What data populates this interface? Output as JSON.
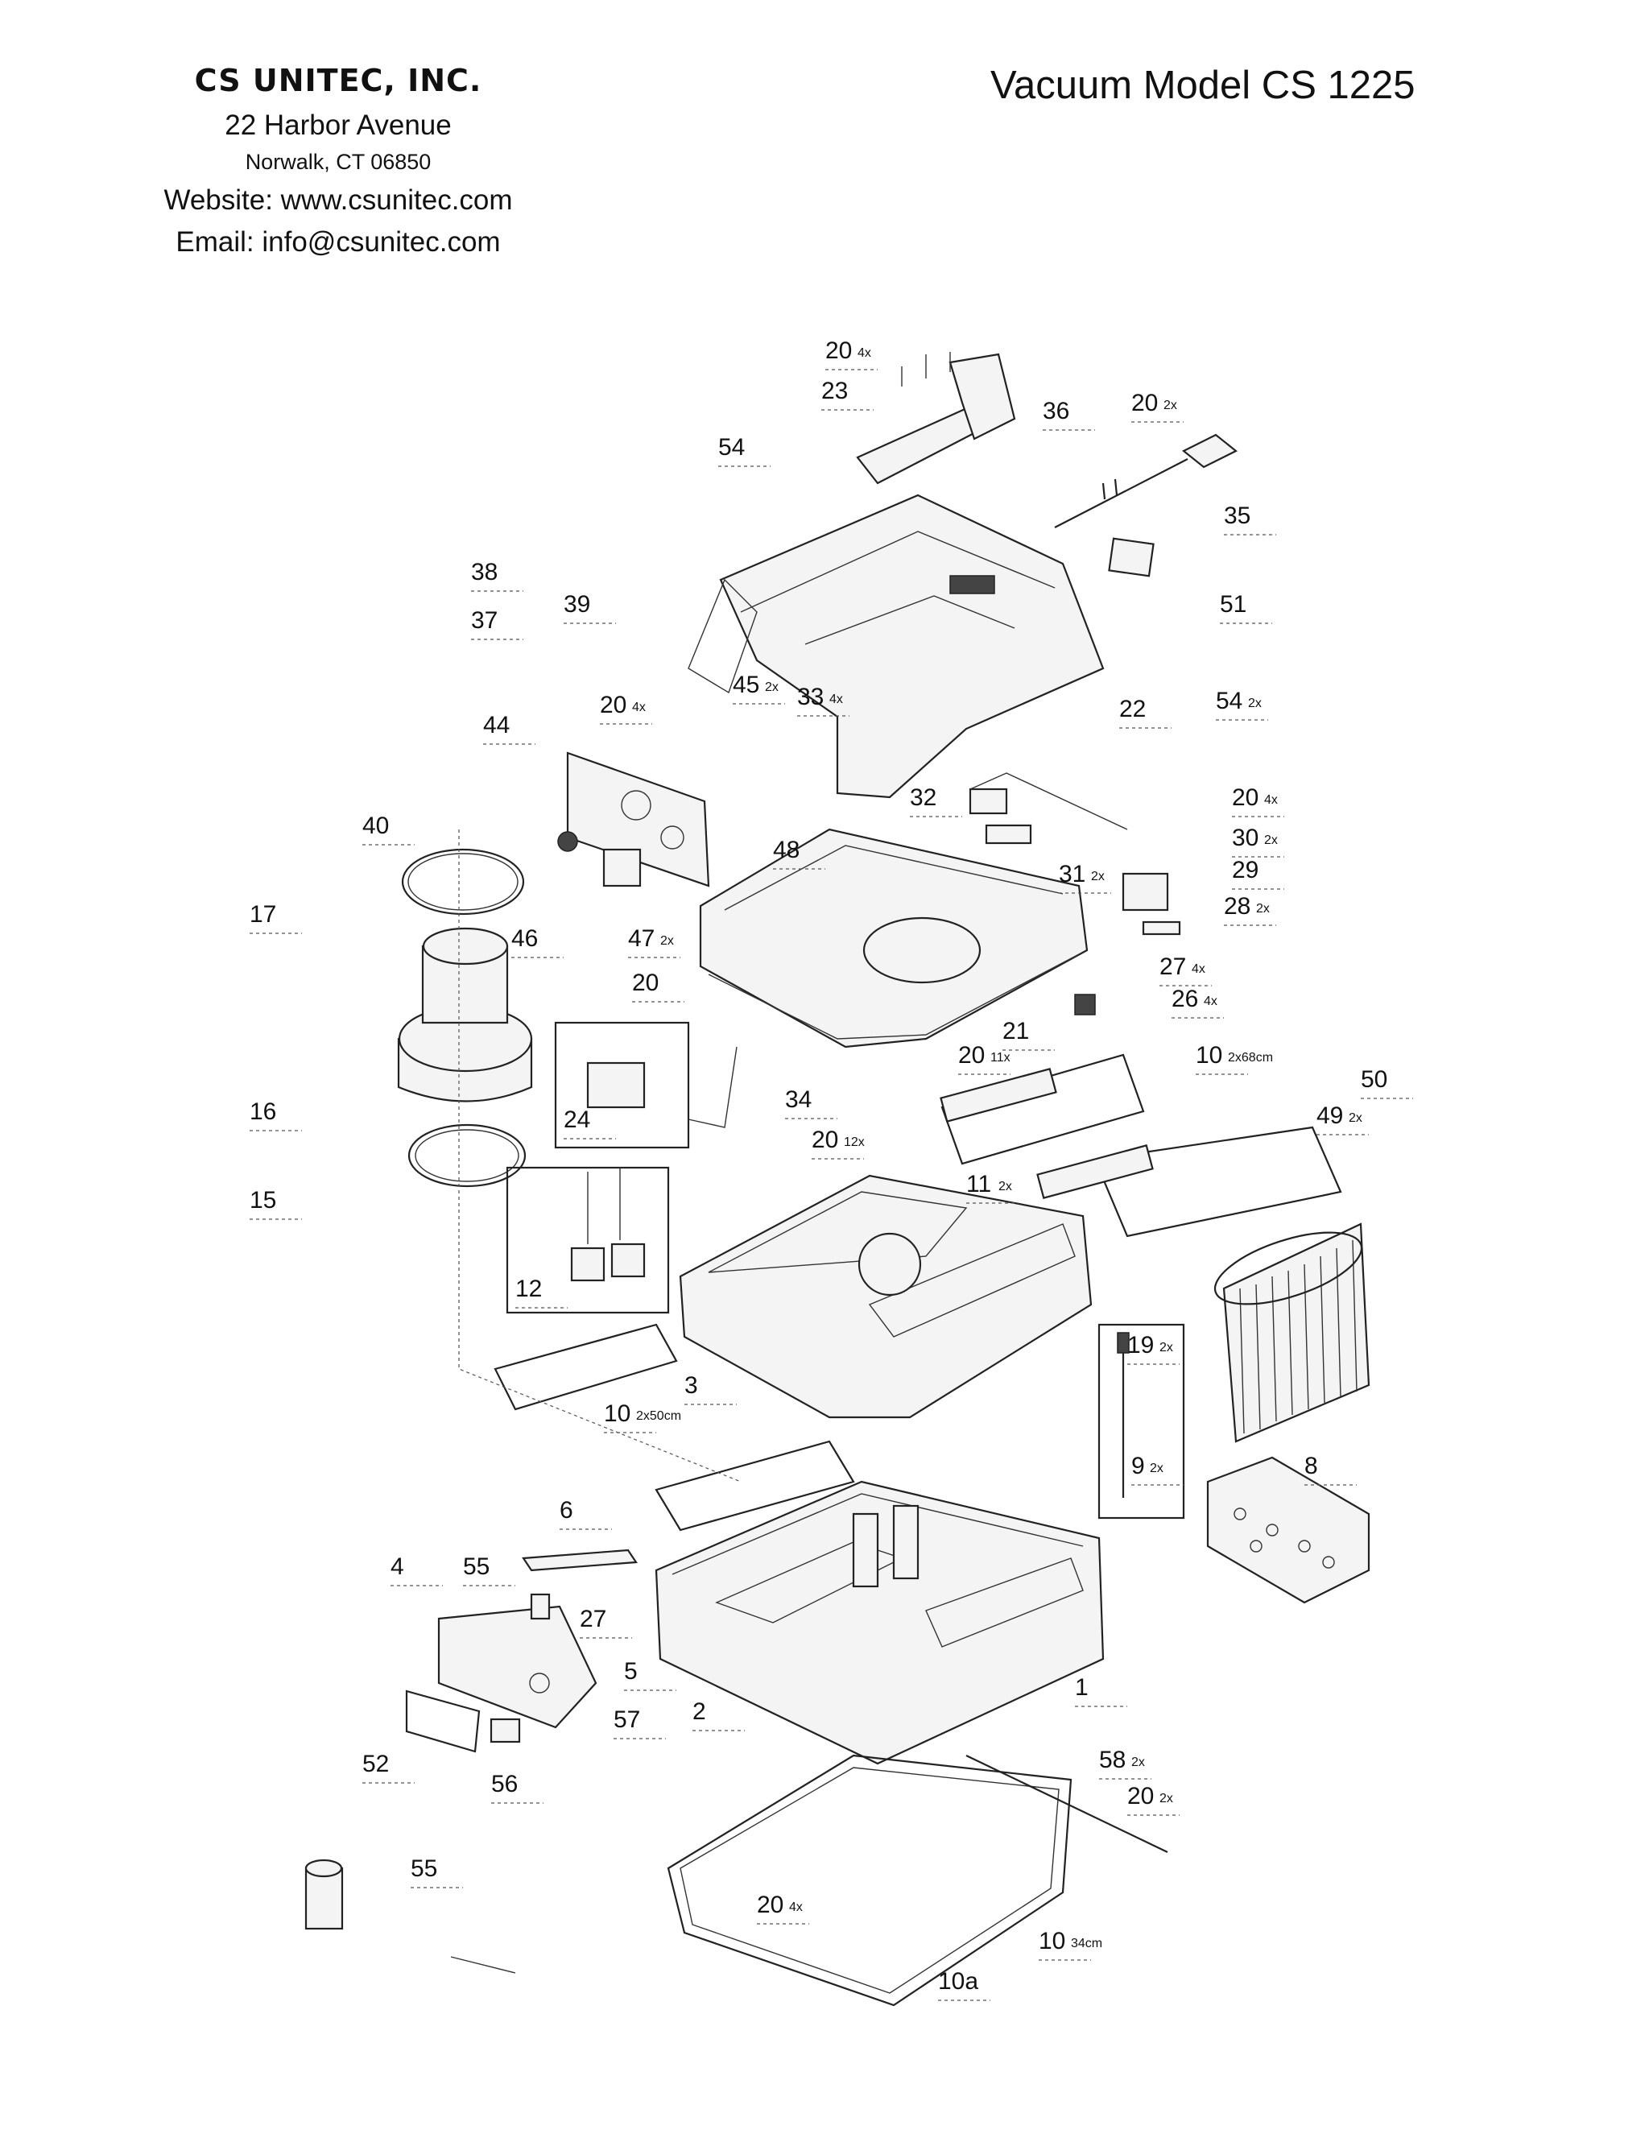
{
  "header": {
    "company_name": "CS UNITEC, INC.",
    "address_line1": "22 Harbor Avenue",
    "address_line2": "Norwalk, CT 06850",
    "website": "Website: www.csunitec.com",
    "email": "Email: info@csunitec.com",
    "model_title": "Vacuum Model CS 1225"
  },
  "callouts": [
    {
      "id": "c20a",
      "num": "20",
      "qty": "4x"
    },
    {
      "id": "c23",
      "num": "23",
      "qty": ""
    },
    {
      "id": "c36",
      "num": "36",
      "qty": ""
    },
    {
      "id": "c20b",
      "num": "20",
      "qty": "2x"
    },
    {
      "id": "c54a",
      "num": "54",
      "qty": ""
    },
    {
      "id": "c35",
      "num": "35",
      "qty": ""
    },
    {
      "id": "c38",
      "num": "38",
      "qty": ""
    },
    {
      "id": "c39",
      "num": "39",
      "qty": ""
    },
    {
      "id": "c51",
      "num": "51",
      "qty": ""
    },
    {
      "id": "c37",
      "num": "37",
      "qty": ""
    },
    {
      "id": "c20c",
      "num": "20",
      "qty": "4x"
    },
    {
      "id": "c45",
      "num": "45",
      "qty": "2x"
    },
    {
      "id": "c33",
      "num": "33",
      "qty": "4x"
    },
    {
      "id": "c22",
      "num": "22",
      "qty": ""
    },
    {
      "id": "c54b",
      "num": "54",
      "qty": "2x"
    },
    {
      "id": "c44",
      "num": "44",
      "qty": ""
    },
    {
      "id": "c32",
      "num": "32",
      "qty": ""
    },
    {
      "id": "c20d",
      "num": "20",
      "qty": "4x"
    },
    {
      "id": "c40",
      "num": "40",
      "qty": ""
    },
    {
      "id": "c48",
      "num": "48",
      "qty": ""
    },
    {
      "id": "c30",
      "num": "30",
      "qty": "2x"
    },
    {
      "id": "c31",
      "num": "31",
      "qty": "2x"
    },
    {
      "id": "c29",
      "num": "29",
      "qty": ""
    },
    {
      "id": "c17",
      "num": "17",
      "qty": ""
    },
    {
      "id": "c46",
      "num": "46",
      "qty": ""
    },
    {
      "id": "c47",
      "num": "47",
      "qty": "2x"
    },
    {
      "id": "c28",
      "num": "28",
      "qty": "2x"
    },
    {
      "id": "c20e",
      "num": "20",
      "qty": ""
    },
    {
      "id": "c27a",
      "num": "27",
      "qty": "4x"
    },
    {
      "id": "c26",
      "num": "26",
      "qty": "4x"
    },
    {
      "id": "c21",
      "num": "21",
      "qty": ""
    },
    {
      "id": "c16",
      "num": "16",
      "qty": ""
    },
    {
      "id": "c20f",
      "num": "20",
      "qty": "11x"
    },
    {
      "id": "c10a",
      "num": "10",
      "qty": "2x68cm"
    },
    {
      "id": "c50",
      "num": "50",
      "qty": ""
    },
    {
      "id": "c24",
      "num": "24",
      "qty": ""
    },
    {
      "id": "c34",
      "num": "34",
      "qty": ""
    },
    {
      "id": "c49",
      "num": "49",
      "qty": "2x"
    },
    {
      "id": "c20g",
      "num": "20",
      "qty": "12x"
    },
    {
      "id": "c11",
      "num": "11",
      "qty": "2x"
    },
    {
      "id": "c15",
      "num": "15",
      "qty": ""
    },
    {
      "id": "c12",
      "num": "12",
      "qty": ""
    },
    {
      "id": "c19",
      "num": "19",
      "qty": "2x"
    },
    {
      "id": "c3",
      "num": "3",
      "qty": ""
    },
    {
      "id": "c10b",
      "num": "10",
      "qty": "2x50cm"
    },
    {
      "id": "c9",
      "num": "9",
      "qty": "2x"
    },
    {
      "id": "c8",
      "num": "8",
      "qty": ""
    },
    {
      "id": "c6",
      "num": "6",
      "qty": ""
    },
    {
      "id": "c4",
      "num": "4",
      "qty": ""
    },
    {
      "id": "c55a",
      "num": "55",
      "qty": ""
    },
    {
      "id": "c27b",
      "num": "27",
      "qty": ""
    },
    {
      "id": "c5",
      "num": "5",
      "qty": ""
    },
    {
      "id": "c1",
      "num": "1",
      "qty": ""
    },
    {
      "id": "c57",
      "num": "57",
      "qty": ""
    },
    {
      "id": "c2",
      "num": "2",
      "qty": ""
    },
    {
      "id": "c58",
      "num": "58",
      "qty": "2x"
    },
    {
      "id": "c52",
      "num": "52",
      "qty": ""
    },
    {
      "id": "c20h",
      "num": "20",
      "qty": "2x"
    },
    {
      "id": "c56",
      "num": "56",
      "qty": ""
    },
    {
      "id": "c55b",
      "num": "55",
      "qty": ""
    },
    {
      "id": "c20i",
      "num": "20",
      "qty": "4x"
    },
    {
      "id": "c10c",
      "num": "10",
      "qty": "34cm"
    },
    {
      "id": "c10d",
      "num": "10a",
      "qty": ""
    }
  ]
}
